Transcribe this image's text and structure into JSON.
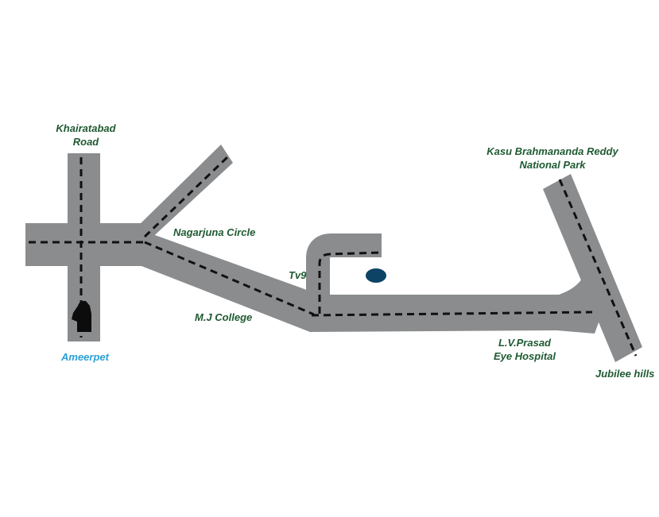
{
  "colors": {
    "road": "#8a8c8e",
    "road_centerline": "#111111",
    "label_green": "#1f5a32",
    "label_blue": "#2a9fd6",
    "destination_marker": "#0d4466",
    "background": "#ffffff"
  },
  "labels": {
    "khairatabad": [
      "Khairatabad",
      "Road"
    ],
    "nagarjuna": "Nagarjuna Circle",
    "tv9": "Tv9",
    "mj_college": "M.J College",
    "ameerpet": "Ameerpet",
    "kbr_park": [
      "Kasu Brahmananda Reddy",
      "National Park"
    ],
    "lv_prasad": [
      "L.V.Prasad",
      "Eye Hospital"
    ],
    "jubilee": "Jubilee hills"
  },
  "icons": {
    "car": "car-icon",
    "destination": "location-marker-icon"
  }
}
